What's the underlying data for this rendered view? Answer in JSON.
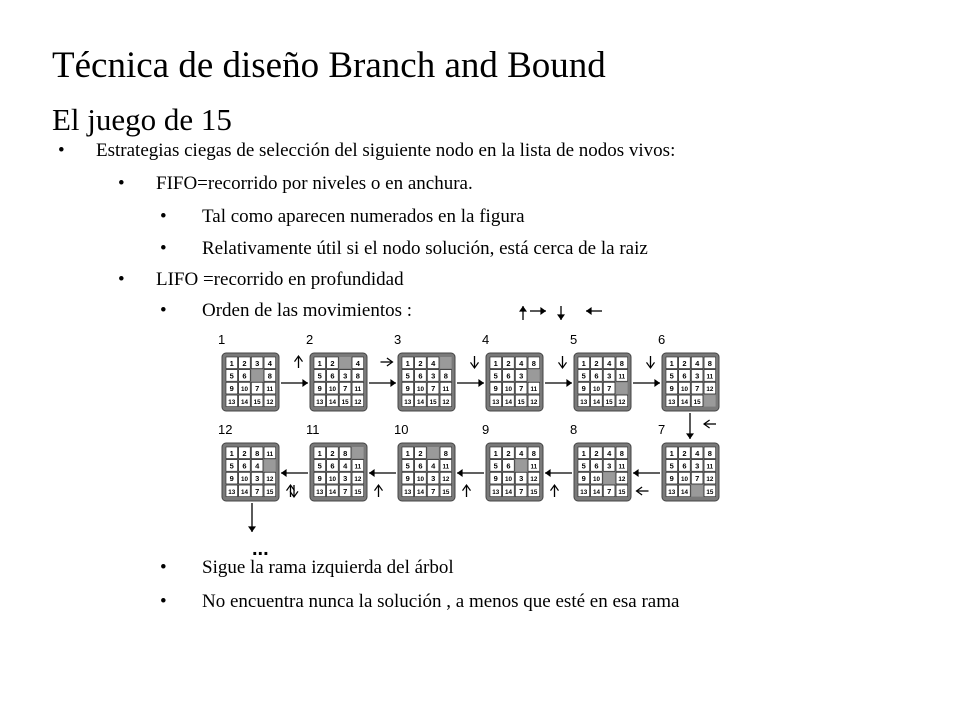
{
  "header": {
    "title": "Técnica de diseño Branch and Bound",
    "subtitle": "El juego de 15"
  },
  "bullets": {
    "b1": "Estrategias ciegas de selección del siguiente nodo en la lista de nodos vivos:",
    "b2": "FIFO=recorrido por niveles o en anchura.",
    "b3": "Tal como aparecen numerados en la figura",
    "b4": "Relativamente útil si el nodo solución, está cerca de la raiz",
    "b5": "LIFO =recorrido en profundidad",
    "b6": "Orden de las movimientos  :",
    "b7": "Sigue la rama izquierda del árbol",
    "b8": "No encuentra nunca la solución , a menos que esté en esa rama",
    "dot": "•"
  },
  "figure": {
    "move_order": [
      "up",
      "right",
      "down",
      "left"
    ],
    "ellipsis": "...",
    "states": [
      {
        "label": "1",
        "grid": [
          "1",
          "2",
          "3",
          "4",
          "5",
          "6",
          "",
          "8",
          "9",
          "10",
          "7",
          "11",
          "13",
          "14",
          "15",
          "12"
        ]
      },
      {
        "label": "2",
        "grid": [
          "1",
          "2",
          "",
          "4",
          "5",
          "6",
          "3",
          "8",
          "9",
          "10",
          "7",
          "11",
          "13",
          "14",
          "15",
          "12"
        ]
      },
      {
        "label": "3",
        "grid": [
          "1",
          "2",
          "4",
          "",
          "5",
          "6",
          "3",
          "8",
          "9",
          "10",
          "7",
          "11",
          "13",
          "14",
          "15",
          "12"
        ]
      },
      {
        "label": "4",
        "grid": [
          "1",
          "2",
          "4",
          "8",
          "5",
          "6",
          "3",
          "",
          "9",
          "10",
          "7",
          "11",
          "13",
          "14",
          "15",
          "12"
        ]
      },
      {
        "label": "5",
        "grid": [
          "1",
          "2",
          "4",
          "8",
          "5",
          "6",
          "3",
          "11",
          "9",
          "10",
          "7",
          "",
          "13",
          "14",
          "15",
          "12"
        ]
      },
      {
        "label": "6",
        "grid": [
          "1",
          "2",
          "4",
          "8",
          "5",
          "6",
          "3",
          "11",
          "9",
          "10",
          "7",
          "12",
          "13",
          "14",
          "15",
          ""
        ]
      },
      {
        "label": "7",
        "grid": [
          "1",
          "2",
          "4",
          "8",
          "5",
          "6",
          "3",
          "11",
          "9",
          "10",
          "7",
          "12",
          "13",
          "14",
          "",
          "15"
        ]
      },
      {
        "label": "8",
        "grid": [
          "1",
          "2",
          "4",
          "8",
          "5",
          "6",
          "3",
          "11",
          "9",
          "10",
          "",
          "12",
          "13",
          "14",
          "7",
          "15"
        ]
      },
      {
        "label": "9",
        "grid": [
          "1",
          "2",
          "4",
          "8",
          "5",
          "6",
          "",
          "11",
          "9",
          "10",
          "3",
          "12",
          "13",
          "14",
          "7",
          "15"
        ]
      },
      {
        "label": "10",
        "grid": [
          "1",
          "2",
          "",
          "8",
          "5",
          "6",
          "4",
          "11",
          "9",
          "10",
          "3",
          "12",
          "13",
          "14",
          "7",
          "15"
        ]
      },
      {
        "label": "11",
        "grid": [
          "1",
          "2",
          "8",
          "",
          "5",
          "6",
          "4",
          "11",
          "9",
          "10",
          "3",
          "12",
          "13",
          "14",
          "7",
          "15"
        ]
      },
      {
        "label": "12",
        "grid": [
          "1",
          "2",
          "8",
          "11",
          "5",
          "6",
          "4",
          "",
          "9",
          "10",
          "3",
          "12",
          "13",
          "14",
          "7",
          "15"
        ]
      }
    ],
    "transitions_top": [
      "up",
      "right",
      "down",
      "down",
      "down"
    ],
    "transitions_bottom": [
      "left",
      "up",
      "up",
      "up",
      "up"
    ],
    "vertical_left": "down",
    "vertical_right": "left"
  }
}
